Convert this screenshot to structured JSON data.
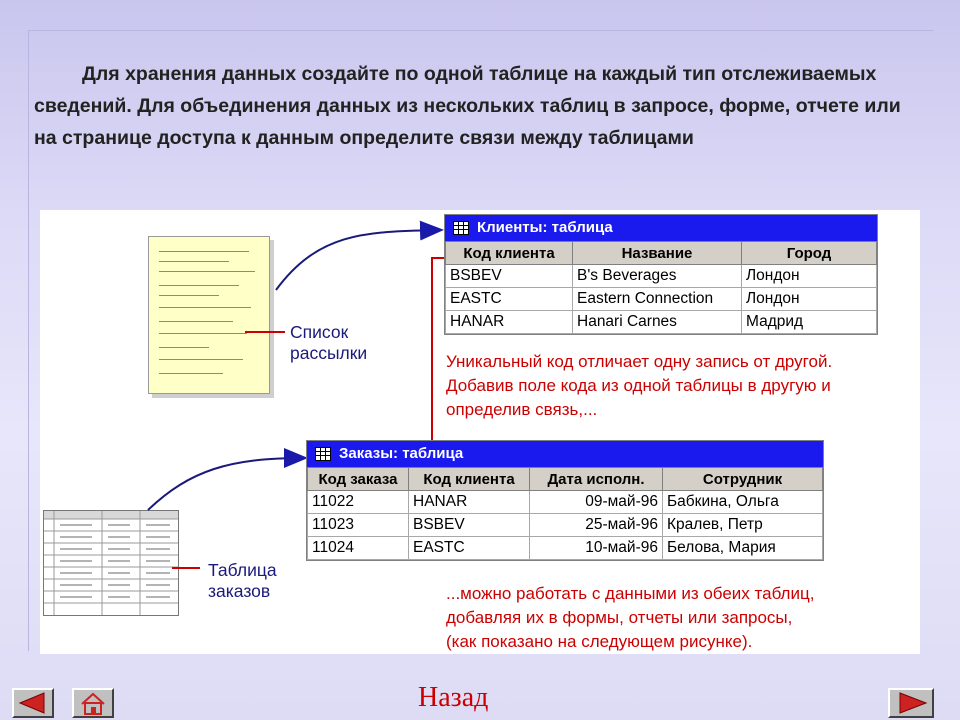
{
  "heading": "Для хранения данных создайте по одной таблице на каждый тип отслеживаемых сведений. Для объединения данных из нескольких таблиц в запросе, форме, отчете или на странице доступа к данным определите связи между таблицами",
  "clients": {
    "title": "Клиенты: таблица",
    "headers": [
      "Код клиента",
      "Название",
      "Город"
    ],
    "rows": [
      [
        "BSBEV",
        "B's Beverages",
        "Лондон"
      ],
      [
        "EASTC",
        "Eastern Connection",
        "Лондон"
      ],
      [
        "HANAR",
        "Hanari Carnes",
        "Мадрид"
      ]
    ]
  },
  "orders": {
    "title": "Заказы: таблица",
    "headers": [
      "Код заказа",
      "Код клиента",
      "Дата исполн.",
      "Сотрудник"
    ],
    "rows": [
      [
        "11022",
        "HANAR",
        "09-май-96",
        "Бабкина, Ольга"
      ],
      [
        "11023",
        "BSBEV",
        "25-май-96",
        "Кралев, Петр"
      ],
      [
        "11024",
        "EASTC",
        "10-май-96",
        "Белова, Мария"
      ]
    ]
  },
  "note_unique": [
    "Уникальный код отличает одну запись от другой.",
    "Добавив поле кода из одной таблицы в другую и",
    "определив связь,..."
  ],
  "note_work": [
    "...можно работать с данными из обеих таблиц,",
    "добавляя их в формы, отчеты или запросы,",
    "(как показано на следующем рисунке)."
  ],
  "label_mailing": [
    "Список",
    "рассылки"
  ],
  "label_orders": [
    "Таблица",
    "заказов"
  ],
  "nav": {
    "back_label": "Назад"
  },
  "colors": {
    "title_bar": "#1a1aee",
    "note_red": "#cc0000",
    "nav_red": "#cc2222"
  }
}
